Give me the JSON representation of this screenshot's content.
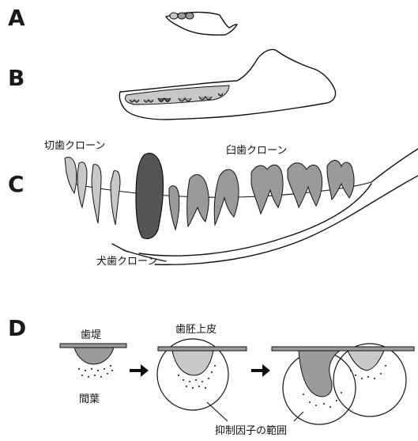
{
  "panels": {
    "A": {
      "letter": "A"
    },
    "B": {
      "letter": "B"
    },
    "C": {
      "letter": "C",
      "incisor_clone": "切歯クローン",
      "molar_clone": "臼歯クローン",
      "canine_clone": "犬歯クローン"
    },
    "D": {
      "letter": "D",
      "dental_lamina": "歯堤",
      "mesenchyme": "間葉",
      "tooth_germ_epithelium": "歯胚上皮",
      "inhibitor_range": "抑制因子の範囲"
    }
  },
  "colors": {
    "light_gray": "#c8c8c8",
    "mid_gray": "#9a9a9a",
    "dark_gray": "#555555",
    "ink": "#111111"
  }
}
